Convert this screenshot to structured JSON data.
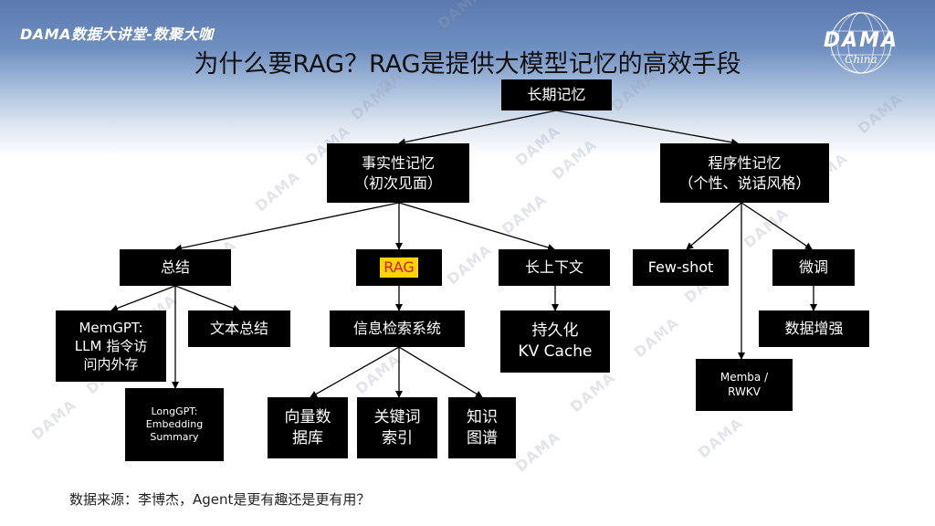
{
  "header": {
    "label": "DAMA数据大讲堂-数聚大咖",
    "title": "为什么要RAG？RAG是提供大模型记忆的高效手段",
    "logo_text": "DAMA",
    "logo_sub": "China"
  },
  "watermark": "DAMA",
  "nodes": {
    "long_term_memory": "长期记忆",
    "factual_memory": "事实性记忆\n（初次见面）",
    "procedural_memory": "程序性记忆\n（个性、说话风格）",
    "summary": "总结",
    "rag": "RAG",
    "long_context": "长上下文",
    "few_shot": "Few-shot",
    "fine_tune": "微调",
    "memgpt": "MemGPT:\nLLM 指令访\n问内外存",
    "text_summary": "文本总结",
    "info_retrieval": "信息检索系统",
    "kv_cache": "持久化\nKV Cache",
    "data_augment": "数据增强",
    "longgpt": "LongGPT:\nEmbedding\nSummary",
    "vector_db": "向量数\n据库",
    "keyword_index": "关键词\n索引",
    "knowledge_graph": "知识\n图谱",
    "memba_rwkv": "Memba /\nRWKV"
  },
  "footer": {
    "source": "数据来源：李博杰，Agent是更有趣还是更有用？"
  },
  "colors": {
    "node_bg": "#000000",
    "node_text": "#ffffff",
    "rag_highlight": "#ffd400",
    "rag_text": "#cc1f1f"
  }
}
